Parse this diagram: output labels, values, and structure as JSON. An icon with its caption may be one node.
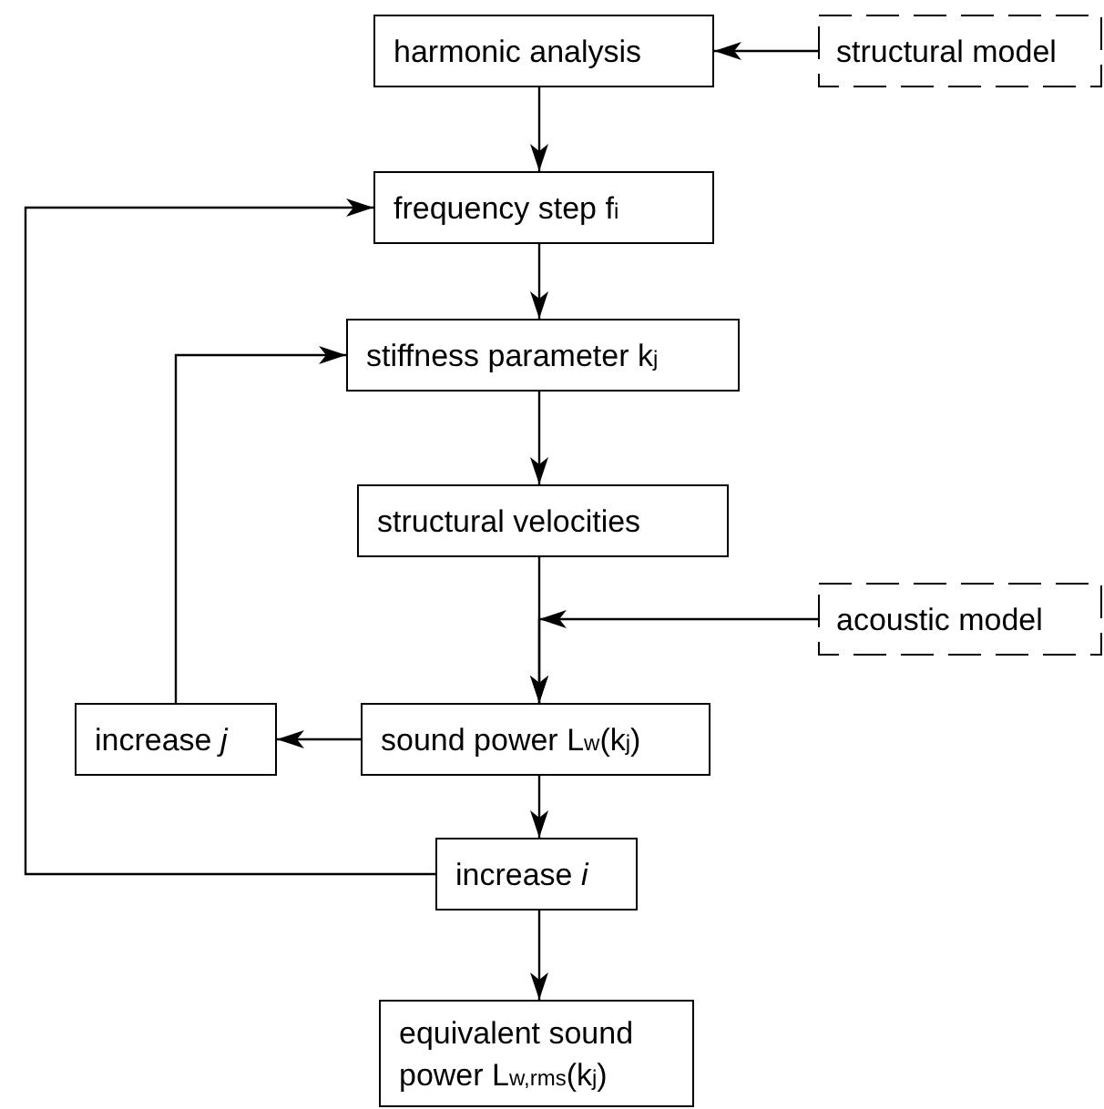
{
  "diagram": {
    "nodes": [
      {
        "text": [
          "harmonic analysis"
        ]
      },
      {
        "text": [
          "structural model"
        ]
      },
      {
        "text": [
          "frequency step f$_{i}$"
        ]
      },
      {
        "text": [
          "stiffness parameter k$_{j}$"
        ]
      },
      {
        "text": [
          "structural velocities"
        ]
      },
      {
        "text": [
          "acoustic model"
        ]
      },
      {
        "text": [
          "increase *j*"
        ]
      },
      {
        "text": [
          "sound power L$_{w}$(k$_{j}$)"
        ]
      },
      {
        "text": [
          "increase *i*"
        ]
      },
      {
        "text": [
          "equivalent sound power L$_{w,rms}$(k$_{j}$)"
        ]
      }
    ],
    "edges": [
      {
        "from": 1,
        "to": 0,
        "arrow": "to"
      },
      {
        "from": 0,
        "to": 2,
        "arrow": "to"
      },
      {
        "from": 2,
        "to": 3,
        "arrow": "to"
      },
      {
        "from": 3,
        "to": 4,
        "arrow": "to"
      },
      {
        "from": 4,
        "to": 7,
        "arrow": "to"
      },
      {
        "from": 5,
        "to": 7,
        "arrow": "to"
      },
      {
        "from": 7,
        "to": 6,
        "arrow": "to"
      },
      {
        "from": 6,
        "to": 3,
        "arrow": "to"
      },
      {
        "from": 7,
        "to": 8,
        "arrow": "to"
      },
      {
        "from": 8,
        "to": 2,
        "arrow": "to"
      },
      {
        "from": 8,
        "to": 9,
        "arrow": "to"
      }
    ]
  }
}
